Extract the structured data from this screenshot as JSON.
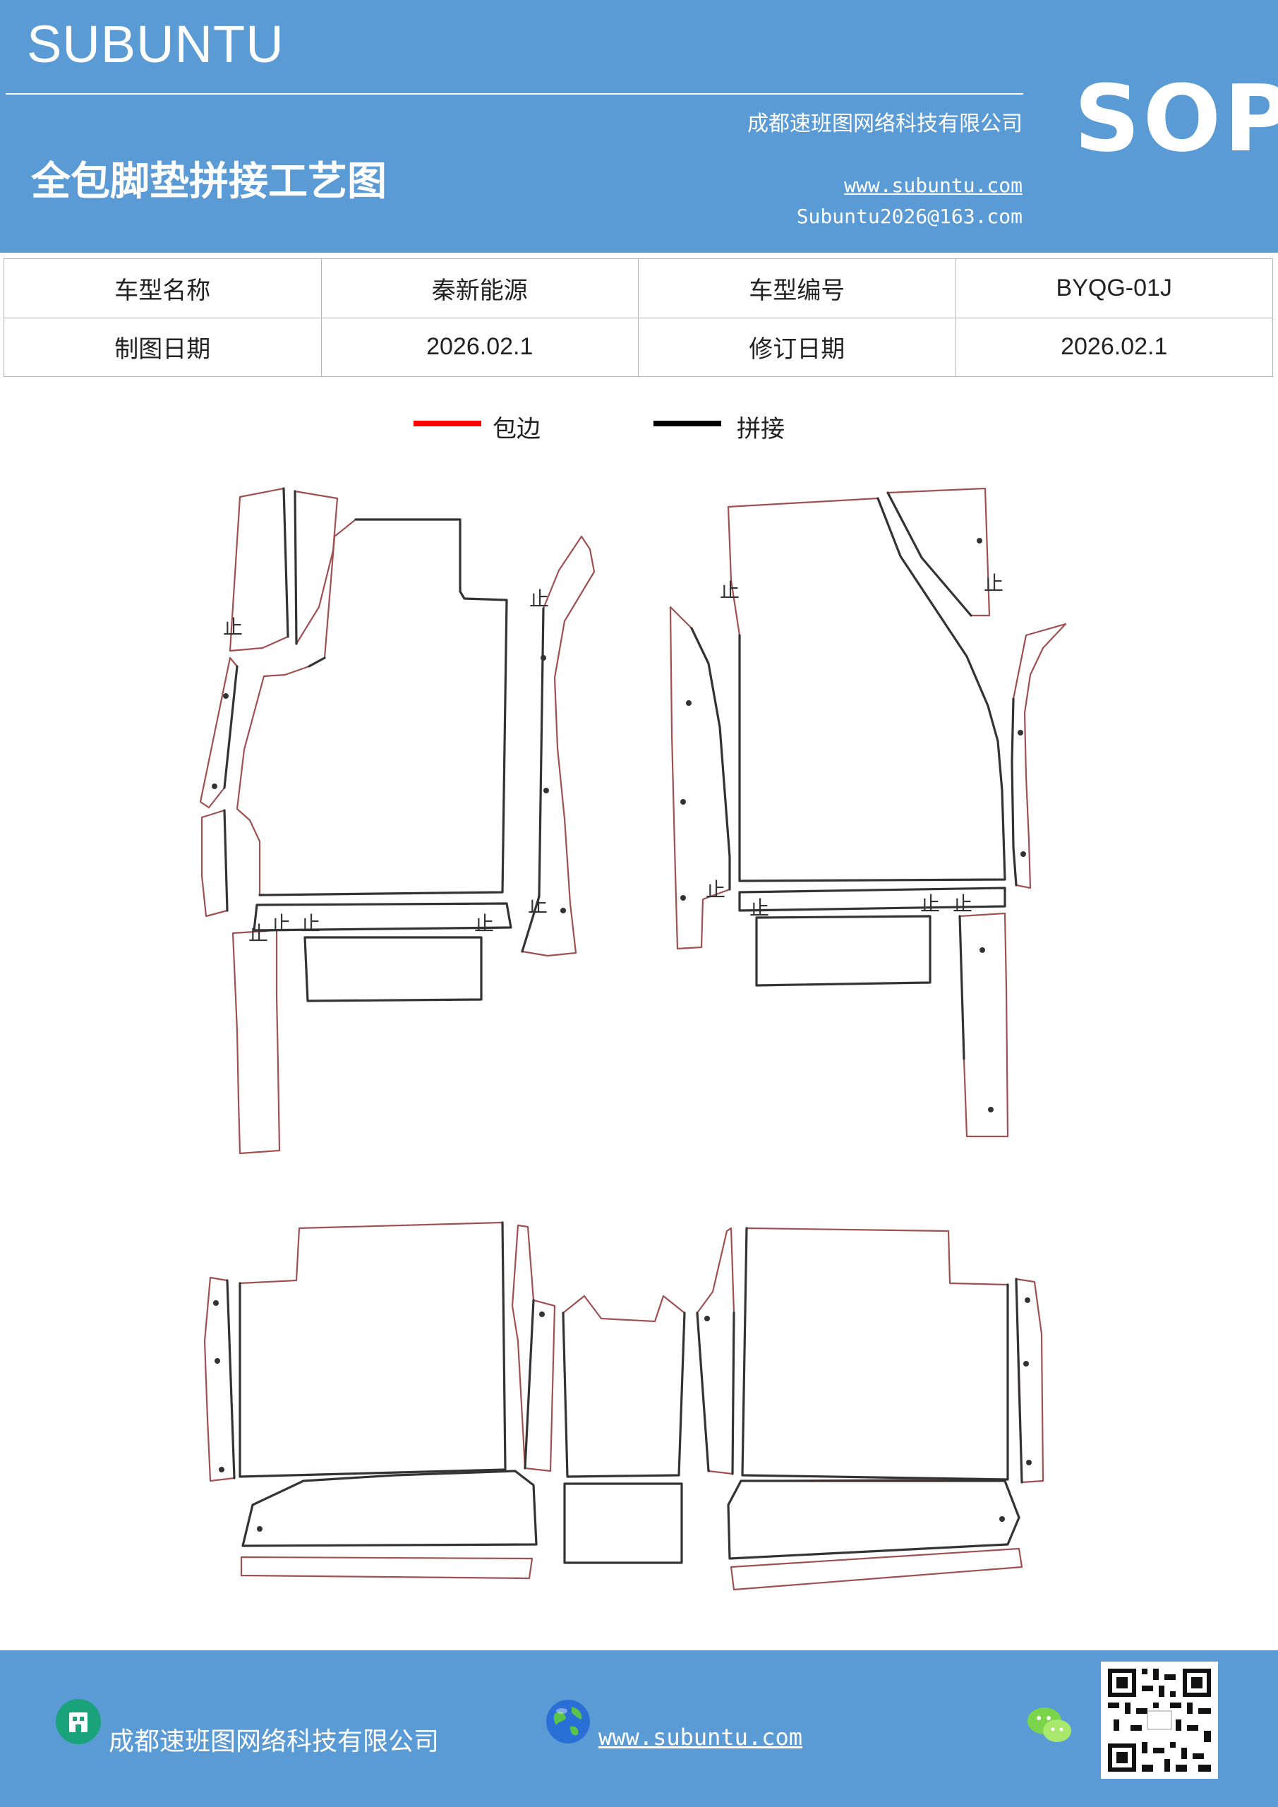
{
  "header": {
    "brand": "SUBUNTU",
    "company": "成都速班图网络科技有限公司",
    "title": "全包脚垫拼接工艺图",
    "website": "www.subuntu.com",
    "email": "Subuntu2026@163.com",
    "badge": "SOP"
  },
  "info_table": {
    "rows": [
      {
        "label1": "车型名称",
        "value1": "秦新能源",
        "label2": "车型编号",
        "value2": "BYQG-01J"
      },
      {
        "label1": "制图日期",
        "value1": "2026.02.1",
        "label2": "修订日期",
        "value2": "2026.02.1"
      }
    ]
  },
  "legend": {
    "items": [
      {
        "label": "包边",
        "color": "#ff0000"
      },
      {
        "label": "拼接",
        "color": "#000000"
      }
    ]
  },
  "drawing": {
    "stop_mark": "止",
    "edge_color": "#a05050",
    "seam_color": "#333333"
  },
  "footer": {
    "company": "成都速班图网络科技有限公司",
    "website": "www.subuntu.com",
    "icons": [
      "building-icon",
      "globe-icon",
      "wechat-icon",
      "qr-code"
    ]
  },
  "colors": {
    "header_bg": "#5b9bd5",
    "footer_bg": "#5b9bd5"
  }
}
